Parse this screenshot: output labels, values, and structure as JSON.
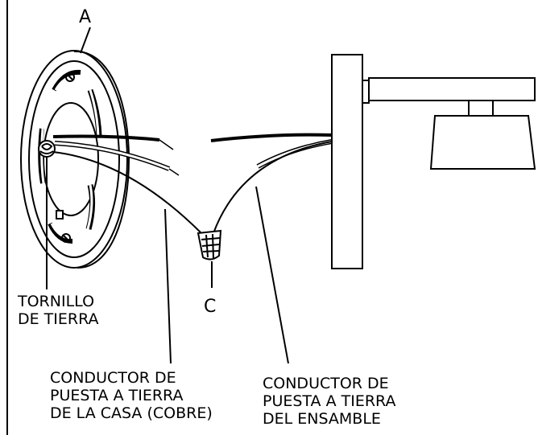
{
  "labels": {
    "a": "A",
    "c": "C",
    "ground_screw": [
      "TORNILLO",
      "DE TIERRA"
    ],
    "house_ground": [
      "CONDUCTOR DE",
      "PUESTA A TIERRA",
      "DE LA CASA (COBRE)"
    ],
    "assembly_ground": [
      "CONDUCTOR DE",
      "PUESTA A TIERRA",
      "DEL ENSAMBLE"
    ]
  },
  "colors": {
    "line": "#000000",
    "background": "#ffffff"
  }
}
